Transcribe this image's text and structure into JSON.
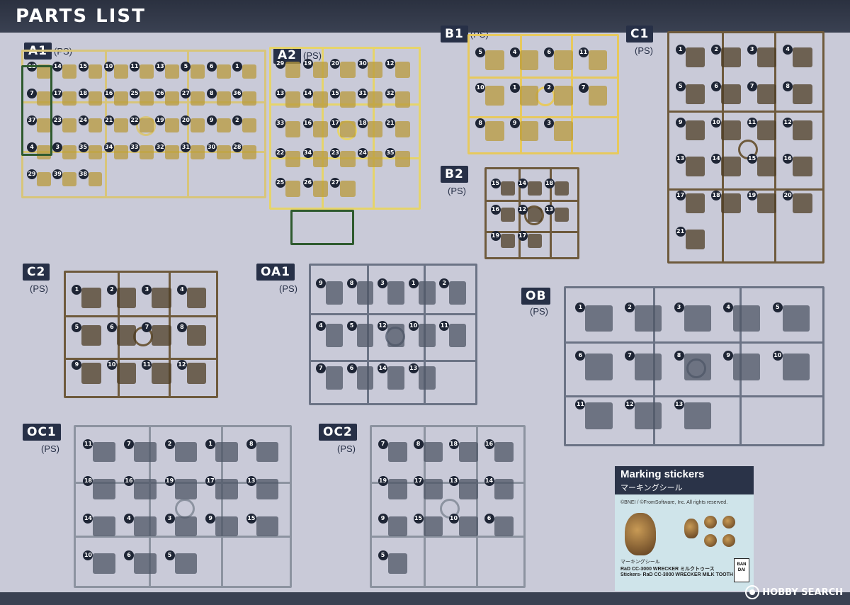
{
  "header": {
    "title": "PARTS LIST"
  },
  "ps_text": "(PS)",
  "sprues": [
    {
      "id": "A1",
      "label": "A1",
      "color": "#d8c57a",
      "numbers": [
        "12",
        "14",
        "15",
        "10",
        "11",
        "13",
        "5",
        "6",
        "1",
        "7",
        "17",
        "18",
        "16",
        "25",
        "26",
        "27",
        "8",
        "36",
        "37",
        "23",
        "24",
        "21",
        "22",
        "19",
        "20",
        "9",
        "2",
        "4",
        "3",
        "35",
        "34",
        "33",
        "32",
        "31",
        "30",
        "28",
        "29",
        "39",
        "38"
      ]
    },
    {
      "id": "A2",
      "label": "A2",
      "color": "#e6d46a",
      "numbers": [
        "29",
        "19",
        "20",
        "30",
        "12",
        "13",
        "14",
        "15",
        "31",
        "32",
        "33",
        "16",
        "17",
        "18",
        "21",
        "22",
        "34",
        "23",
        "24",
        "35",
        "25",
        "26",
        "27"
      ]
    },
    {
      "id": "B1",
      "label": "B1",
      "color": "#e7c95e",
      "numbers": [
        "5",
        "4",
        "6",
        "11",
        "10",
        "1",
        "2",
        "7",
        "8",
        "9",
        "3"
      ]
    },
    {
      "id": "B2",
      "label": "B2",
      "color": "#6e5a3c",
      "numbers": [
        "15",
        "14",
        "18",
        "16",
        "12",
        "13",
        "19",
        "17"
      ]
    },
    {
      "id": "C1",
      "label": "C1",
      "color": "#6e5a3c",
      "numbers": [
        "1",
        "2",
        "3",
        "4",
        "5",
        "6",
        "7",
        "8",
        "9",
        "10",
        "11",
        "12",
        "13",
        "14",
        "15",
        "16",
        "17",
        "18",
        "19",
        "20",
        "21"
      ]
    },
    {
      "id": "C2",
      "label": "C2",
      "color": "#6e5a3c",
      "numbers": [
        "1",
        "2",
        "3",
        "4",
        "5",
        "6",
        "7",
        "8",
        "9",
        "10",
        "11",
        "12"
      ]
    },
    {
      "id": "OA1",
      "label": "OA1",
      "color": "#6b7385",
      "numbers": [
        "9",
        "8",
        "3",
        "1",
        "2",
        "4",
        "5",
        "12",
        "10",
        "11",
        "7",
        "6",
        "14",
        "13"
      ]
    },
    {
      "id": "OB",
      "label": "OB",
      "color": "#6b7385",
      "numbers": [
        "1",
        "2",
        "3",
        "4",
        "5",
        "6",
        "7",
        "8",
        "9",
        "10",
        "11",
        "12",
        "13"
      ]
    },
    {
      "id": "OC1",
      "label": "OC1",
      "color": "#8c93a0",
      "numbers": [
        "11",
        "7",
        "2",
        "1",
        "8",
        "18",
        "16",
        "19",
        "17",
        "13",
        "14",
        "4",
        "3",
        "9",
        "15",
        "10",
        "6",
        "5"
      ]
    },
    {
      "id": "OC2",
      "label": "OC2",
      "color": "#8c93a0",
      "numbers": [
        "7",
        "8",
        "18",
        "16",
        "19",
        "17",
        "13",
        "14",
        "9",
        "15",
        "10",
        "6",
        "5"
      ]
    }
  ],
  "sticker": {
    "title": "Marking stickers",
    "subtitle": "マーキングシール",
    "copyright": "©BNEI / ©FromSoftware, Inc. All rights reserved.",
    "line1": "マーキングシール",
    "line2": "RaD CC-3000 WRECKER ミルクトゥース",
    "line3": "Stickers- RaD CC-3000 WRECKER MILK TOOTH",
    "brand": "BAN DAI"
  },
  "watermark": "HOBBY SEARCH"
}
